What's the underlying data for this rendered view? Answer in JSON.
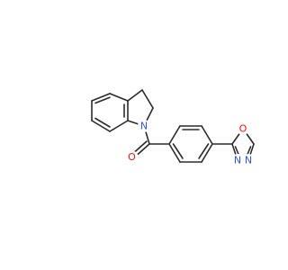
{
  "molecule": {
    "atoms": [
      {
        "id": "N1",
        "symbol": "N"
      },
      {
        "id": "O_carbonyl",
        "symbol": "O"
      },
      {
        "id": "O_ring",
        "symbol": "O"
      },
      {
        "id": "N_a",
        "symbol": "N"
      },
      {
        "id": "N_b",
        "symbol": "N"
      }
    ],
    "colors": {
      "bond": "#2b2b2b",
      "N": "#3050f8",
      "O": "#ff0d0d"
    }
  }
}
